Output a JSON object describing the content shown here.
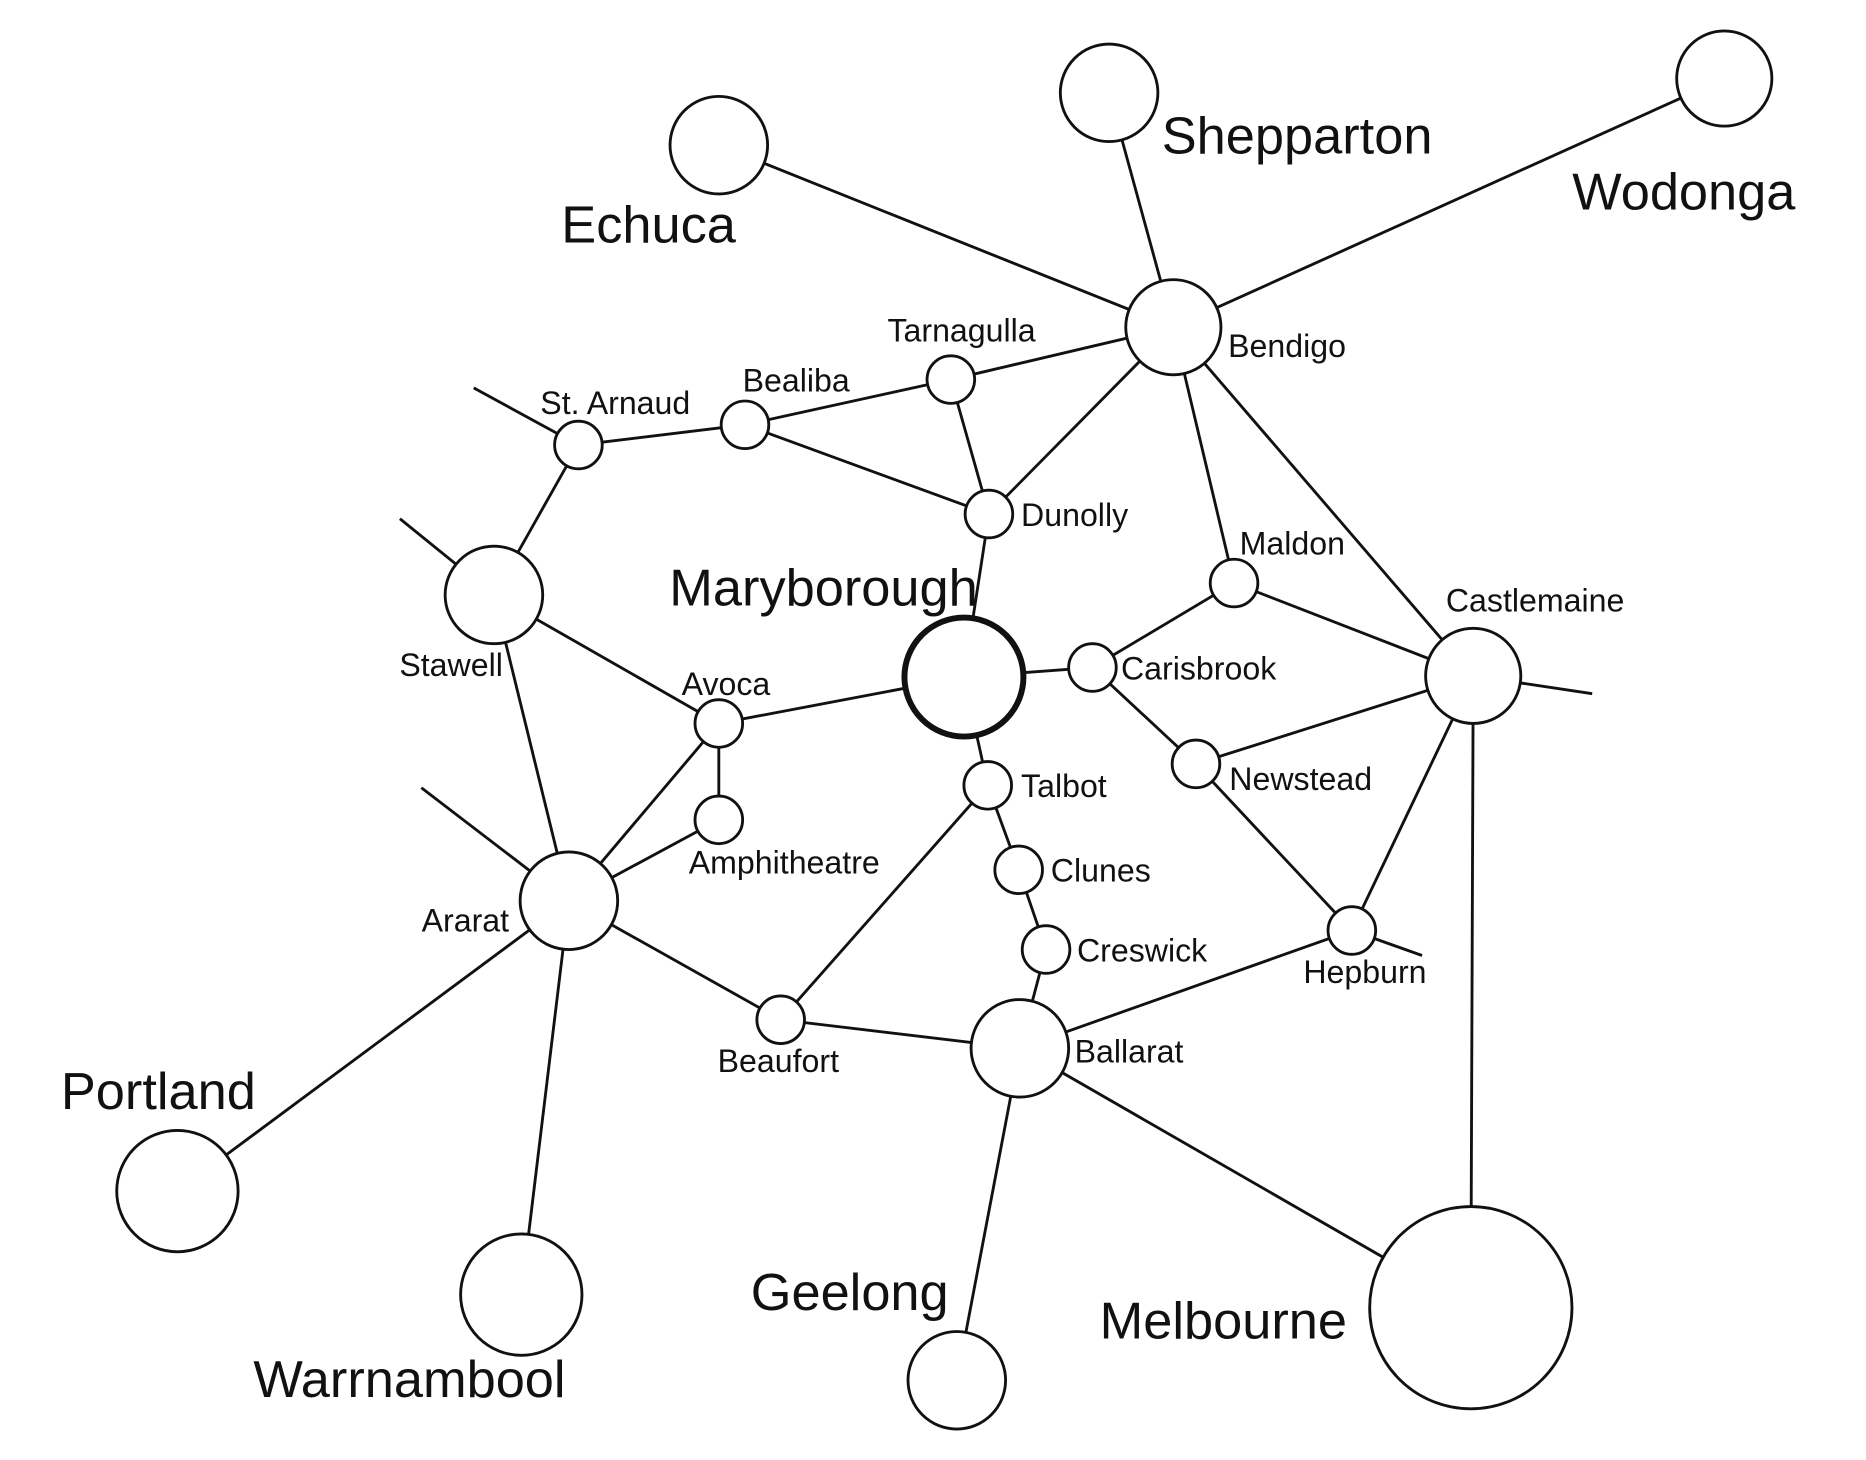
{
  "highlight_color": "#0a8cff",
  "highlighted_node": "Maryborough",
  "nodes": [
    {
      "name": "Echuca",
      "size": "large"
    },
    {
      "name": "Shepparton",
      "size": "large"
    },
    {
      "name": "Wodonga",
      "size": "large"
    },
    {
      "name": "Bendigo",
      "size": "medium"
    },
    {
      "name": "Tarnagulla",
      "size": "small"
    },
    {
      "name": "Bealiba",
      "size": "small"
    },
    {
      "name": "St. Arnaud",
      "size": "small"
    },
    {
      "name": "Dunolly",
      "size": "small"
    },
    {
      "name": "Maldon",
      "size": "small"
    },
    {
      "name": "Castlemaine",
      "size": "medium"
    },
    {
      "name": "Stawell",
      "size": "medium"
    },
    {
      "name": "Maryborough",
      "size": "large"
    },
    {
      "name": "Carisbrook",
      "size": "small"
    },
    {
      "name": "Avoca",
      "size": "small"
    },
    {
      "name": "Newstead",
      "size": "small"
    },
    {
      "name": "Amphitheatre",
      "size": "small"
    },
    {
      "name": "Talbot",
      "size": "small"
    },
    {
      "name": "Clunes",
      "size": "small"
    },
    {
      "name": "Ararat",
      "size": "medium"
    },
    {
      "name": "Creswick",
      "size": "small"
    },
    {
      "name": "Hepburn",
      "size": "small"
    },
    {
      "name": "Beaufort",
      "size": "small"
    },
    {
      "name": "Ballarat",
      "size": "medium"
    },
    {
      "name": "Portland",
      "size": "large"
    },
    {
      "name": "Warrnambool",
      "size": "large"
    },
    {
      "name": "Geelong",
      "size": "large"
    },
    {
      "name": "Melbourne",
      "size": "large"
    }
  ],
  "edges": [
    [
      "Echuca",
      "Bendigo"
    ],
    [
      "Shepparton",
      "Bendigo"
    ],
    [
      "Wodonga",
      "Bendigo"
    ],
    [
      "Bendigo",
      "Tarnagulla"
    ],
    [
      "Bendigo",
      "Dunolly"
    ],
    [
      "Bendigo",
      "Maldon"
    ],
    [
      "Bendigo",
      "Castlemaine"
    ],
    [
      "Tarnagulla",
      "Bealiba"
    ],
    [
      "Tarnagulla",
      "Dunolly"
    ],
    [
      "Bealiba",
      "St. Arnaud"
    ],
    [
      "Bealiba",
      "Dunolly"
    ],
    [
      "St. Arnaud",
      "Stawell"
    ],
    [
      "Dunolly",
      "Maryborough"
    ],
    [
      "Maryborough",
      "Carisbrook"
    ],
    [
      "Maryborough",
      "Avoca"
    ],
    [
      "Maryborough",
      "Talbot"
    ],
    [
      "Carisbrook",
      "Maldon"
    ],
    [
      "Carisbrook",
      "Newstead"
    ],
    [
      "Maldon",
      "Castlemaine"
    ],
    [
      "Newstead",
      "Castlemaine"
    ],
    [
      "Newstead",
      "Hepburn"
    ],
    [
      "Castlemaine",
      "Hepburn"
    ],
    [
      "Castlemaine",
      "Melbourne"
    ],
    [
      "Stawell",
      "Avoca"
    ],
    [
      "Stawell",
      "Ararat"
    ],
    [
      "Avoca",
      "Amphitheatre"
    ],
    [
      "Avoca",
      "Ararat"
    ],
    [
      "Amphitheatre",
      "Ararat"
    ],
    [
      "Ararat",
      "Beaufort"
    ],
    [
      "Ararat",
      "Portland"
    ],
    [
      "Ararat",
      "Warrnambool"
    ],
    [
      "Talbot",
      "Clunes"
    ],
    [
      "Talbot",
      "Beaufort"
    ],
    [
      "Clunes",
      "Creswick"
    ],
    [
      "Creswick",
      "Ballarat"
    ],
    [
      "Hepburn",
      "Ballarat"
    ],
    [
      "Beaufort",
      "Ballarat"
    ],
    [
      "Ballarat",
      "Geelong"
    ],
    [
      "Ballarat",
      "Melbourne"
    ]
  ],
  "stub_edges_from": [
    "St. Arnaud",
    "Stawell",
    "Ararat",
    "Castlemaine",
    "Hepburn"
  ]
}
